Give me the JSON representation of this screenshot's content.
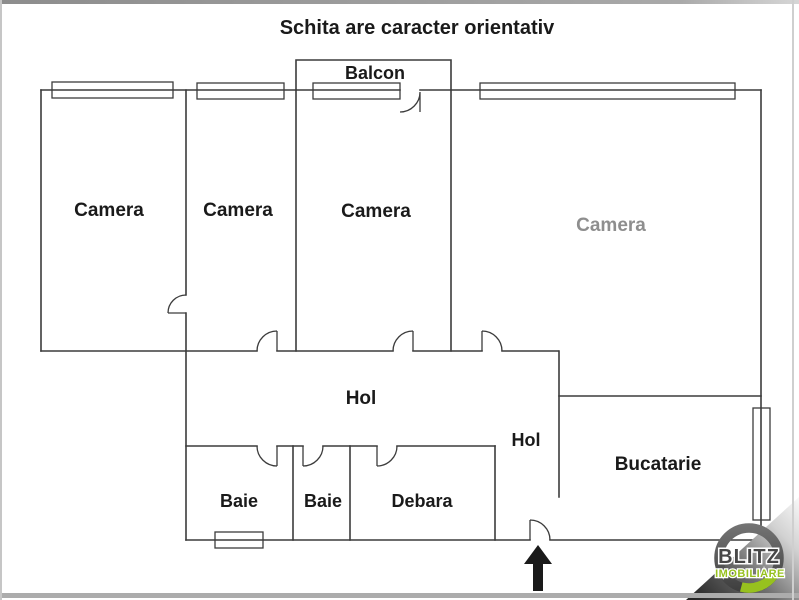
{
  "title": "Schita are caracter orientativ",
  "rooms": {
    "camera1": "Camera",
    "camera2": "Camera",
    "camera3": "Camera",
    "camera4": "Camera",
    "balcon": "Balcon",
    "hol1": "Hol",
    "hol2": "Hol",
    "baie1": "Baie",
    "baie2": "Baie",
    "debara": "Debara",
    "bucatarie": "Bucatarie"
  },
  "watermark": {
    "brand": "BLITZ",
    "tagline": "IMOBILIARE",
    "green": "#97c11f",
    "dark": "#474747"
  },
  "colors": {
    "wall": "#3c3c3c",
    "label": "#1a1a1a",
    "label_muted": "#8e8e8e",
    "frame": "#a6a6a6",
    "background": "#ffffff"
  }
}
